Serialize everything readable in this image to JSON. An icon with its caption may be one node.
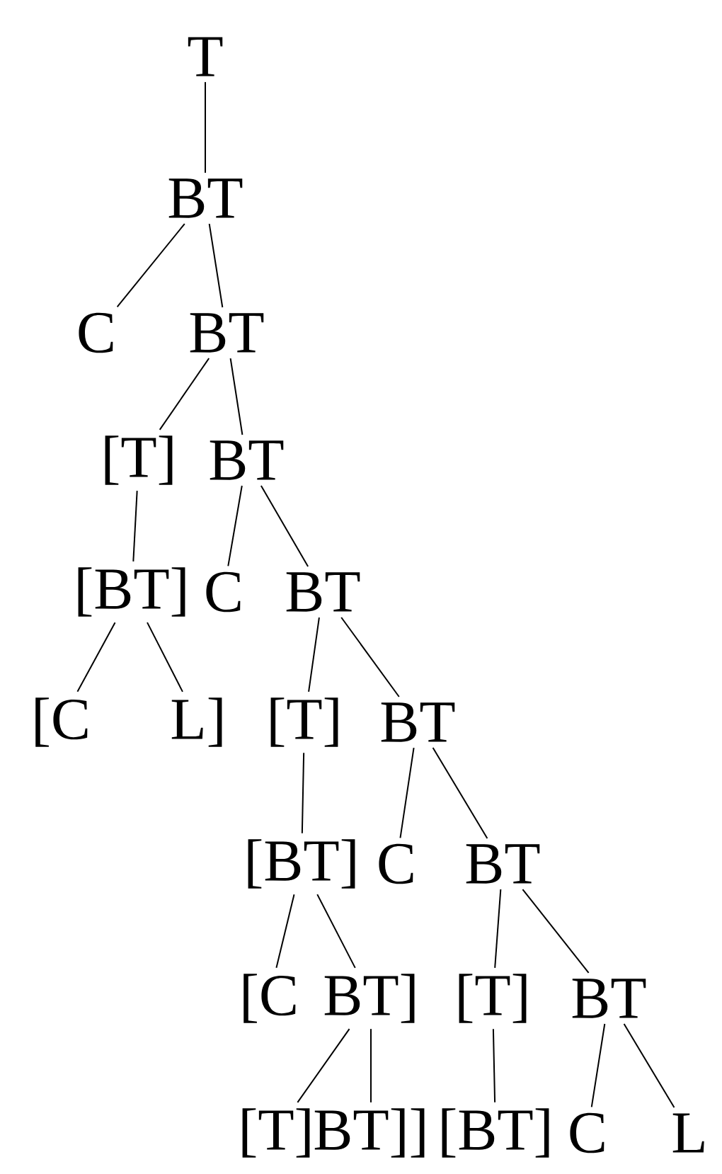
{
  "diagram": {
    "nodes": [
      {
        "text": [
          "T"
        ]
      },
      {
        "text": [
          "BT"
        ]
      },
      {
        "text": [
          "C"
        ]
      },
      {
        "text": [
          "BT"
        ]
      },
      {
        "text": [
          "[T]"
        ]
      },
      {
        "text": [
          "BT"
        ]
      },
      {
        "text": [
          "[BT]"
        ]
      },
      {
        "text": [
          "C"
        ]
      },
      {
        "text": [
          "BT"
        ]
      },
      {
        "text": [
          "[C"
        ]
      },
      {
        "text": [
          "L]"
        ]
      },
      {
        "text": [
          "[T]"
        ]
      },
      {
        "text": [
          "BT"
        ]
      },
      {
        "text": [
          "[BT]"
        ]
      },
      {
        "text": [
          "C"
        ]
      },
      {
        "text": [
          "BT"
        ]
      },
      {
        "text": [
          "[C"
        ]
      },
      {
        "text": [
          "BT]"
        ]
      },
      {
        "text": [
          "[T]"
        ]
      },
      {
        "text": [
          "BT"
        ]
      },
      {
        "text": [
          "[T]"
        ]
      },
      {
        "text": [
          "BT]]"
        ]
      },
      {
        "text": [
          "[BT]"
        ]
      },
      {
        "text": [
          "C"
        ]
      },
      {
        "text": [
          "L"
        ]
      }
    ],
    "edges": [
      {
        "from": 0,
        "to": 1,
        "arrow": "none"
      },
      {
        "from": 1,
        "to": 2,
        "arrow": "none"
      },
      {
        "from": 1,
        "to": 3,
        "arrow": "none"
      },
      {
        "from": 3,
        "to": 4,
        "arrow": "none"
      },
      {
        "from": 3,
        "to": 5,
        "arrow": "none"
      },
      {
        "from": 4,
        "to": 6,
        "arrow": "none"
      },
      {
        "from": 5,
        "to": 7,
        "arrow": "none"
      },
      {
        "from": 5,
        "to": 8,
        "arrow": "none"
      },
      {
        "from": 6,
        "to": 9,
        "arrow": "none"
      },
      {
        "from": 6,
        "to": 10,
        "arrow": "none"
      },
      {
        "from": 8,
        "to": 11,
        "arrow": "none"
      },
      {
        "from": 8,
        "to": 12,
        "arrow": "none"
      },
      {
        "from": 11,
        "to": 13,
        "arrow": "none"
      },
      {
        "from": 12,
        "to": 14,
        "arrow": "none"
      },
      {
        "from": 12,
        "to": 15,
        "arrow": "none"
      },
      {
        "from": 13,
        "to": 16,
        "arrow": "none"
      },
      {
        "from": 13,
        "to": 17,
        "arrow": "none"
      },
      {
        "from": 15,
        "to": 18,
        "arrow": "none"
      },
      {
        "from": 15,
        "to": 19,
        "arrow": "none"
      },
      {
        "from": 17,
        "to": 20,
        "arrow": "none"
      },
      {
        "from": 17,
        "to": 21,
        "arrow": "none"
      },
      {
        "from": 18,
        "to": 22,
        "arrow": "none"
      },
      {
        "from": 19,
        "to": 23,
        "arrow": "none"
      },
      {
        "from": 19,
        "to": 24,
        "arrow": "none"
      }
    ]
  }
}
